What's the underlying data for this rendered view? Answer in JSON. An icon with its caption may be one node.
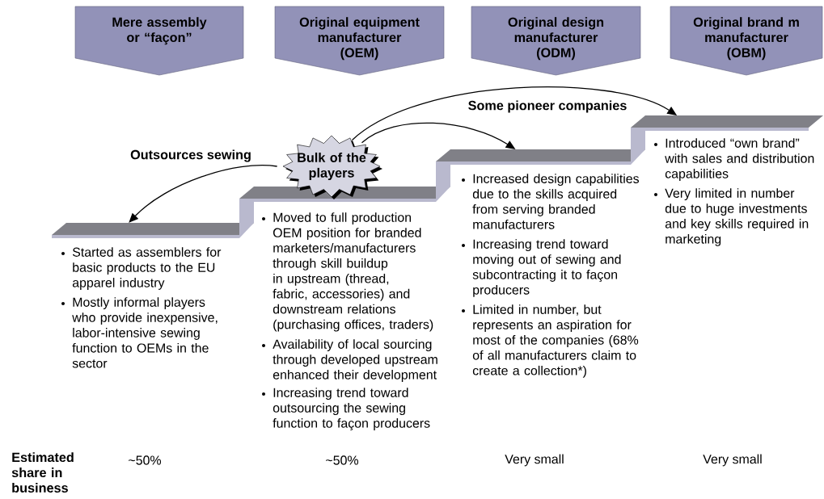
{
  "diagram": {
    "nodes": [
      {
        "text": [
          "Mere assembly or “façon”"
        ]
      },
      {
        "text": [
          "Original equipment manufacturer (OEM)"
        ]
      },
      {
        "text": [
          "Original design manufacturer (ODM)"
        ]
      },
      {
        "text": [
          "Original brand m manufacturer (OBM)"
        ]
      },
      {
        "text": [],
        "shape": "bar"
      },
      {
        "text": [],
        "shape": "bar"
      },
      {
        "text": [],
        "shape": "bar"
      },
      {
        "text": [],
        "shape": "bar"
      },
      {
        "text": [
          "Bulk of the players"
        ]
      }
    ],
    "edges": [
      {
        "from": 8,
        "to": 4,
        "arrow": "to",
        "label": "Outsources sewing"
      },
      {
        "from": 8,
        "to": 6,
        "arrow": "to"
      },
      {
        "from": 8,
        "to": 7,
        "arrow": "to",
        "label": "Some pioneer companies"
      }
    ],
    "labels": [
      "Started as assemblers for basic products to the EU apparel industry",
      "Mostly informal players who provide inexpensive, labor-intensive sewing function to OEMs in the sector",
      "Moved to full production OEM position for branded marketers/manufacturers through skill buildup in upstream (thread, fabric, accessories) and downstream relations (purchasing offices, traders)",
      "Availability of local sourcing through developed upstream enhanced their development",
      "Increasing trend toward outsourcing the sewing function to façon producers",
      "Increased design capabilities due to the skills acquired from serving branded manufacturers",
      "Increasing trend toward moving out of sewing and subcontracting it to façon producers",
      "Limited in number, but represents an aspiration for most of the companies (68% of all manufacturers claim to create a collection*)",
      "Introduced “own brand” with sales and distribution capabilities",
      "Very limited in number due to huge investments and key skills required in marketing",
      "Estimated share in business",
      "~50%",
      "~50%",
      "Very small",
      "Very small"
    ]
  }
}
